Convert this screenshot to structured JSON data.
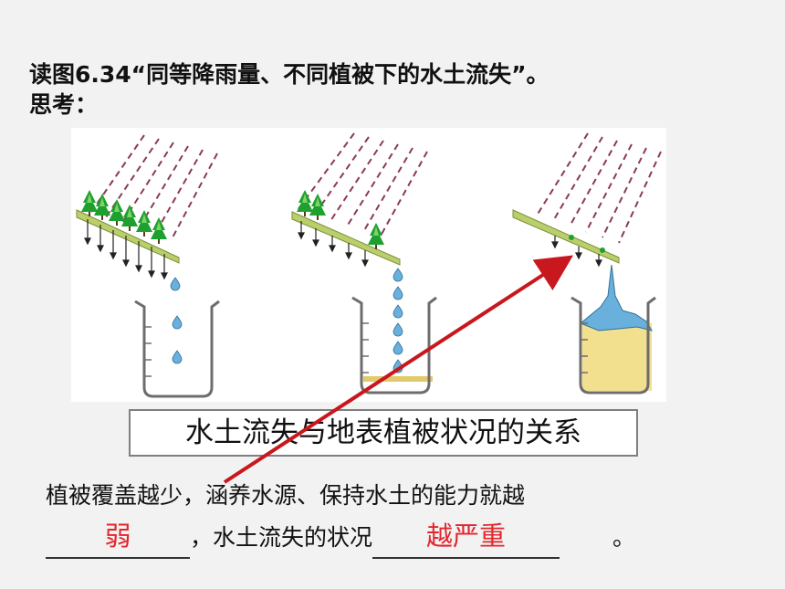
{
  "title": {
    "line1": "读图6.34“同等降雨量、不同植被下的水土流失”。",
    "line2": "思考："
  },
  "figure": {
    "icons": [
      "rain-lines",
      "tree-icon",
      "water-drop-icon",
      "beaker-icon"
    ],
    "colors": {
      "rain": "#8b3a55",
      "tree": "#1ea02e",
      "ground": "#b9cf6b",
      "water": "#6ab0dc",
      "soil": "#f3e08e",
      "beaker": "#6d6d6d",
      "arrow": "#c8171d"
    }
  },
  "relation_box": {
    "text": "水土流失与地表植被状况的关系"
  },
  "sentence": {
    "line1": "植被覆盖越少，涵养水源、保持水土的能力就越",
    "answer1": "弱",
    "mid": "，水土流失的状况",
    "answer2": "越严重",
    "end": "。"
  }
}
